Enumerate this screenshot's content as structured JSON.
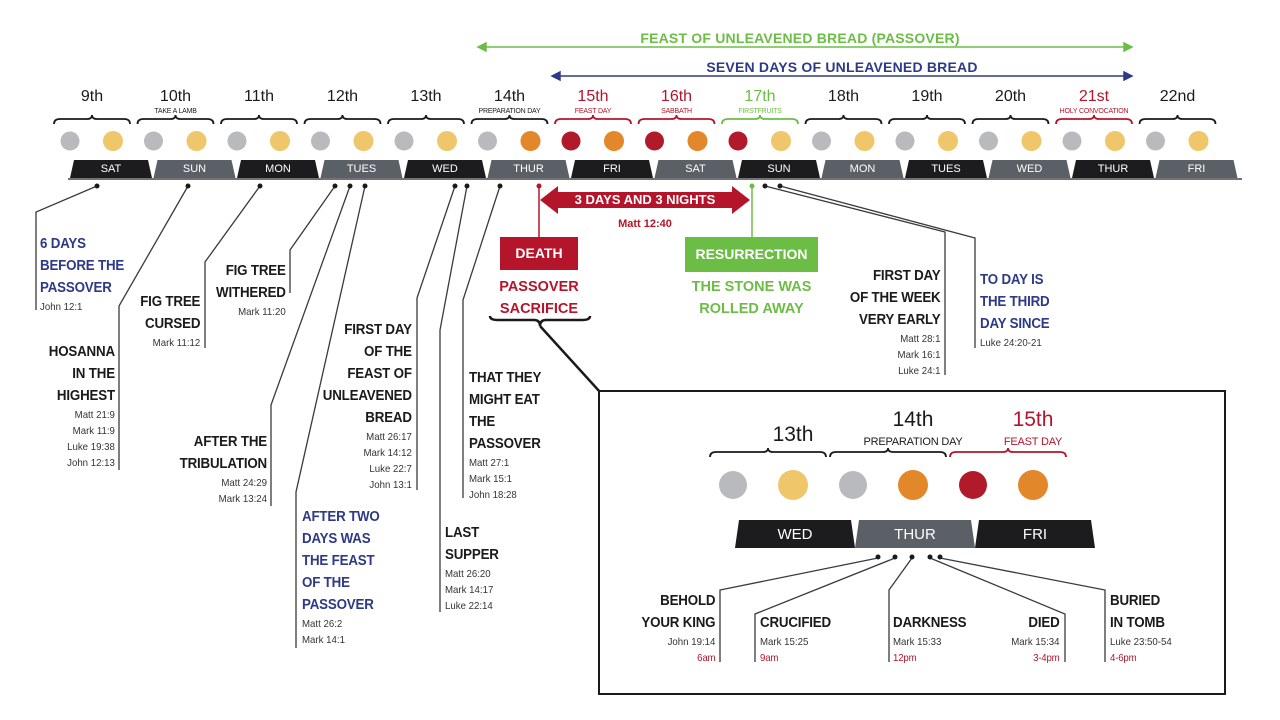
{
  "banners": {
    "feast": "FEAST OF UNLEAVENED BREAD (PASSOVER)",
    "seven_days": "SEVEN DAYS OF UNLEAVENED BREAD"
  },
  "colors": {
    "blue": "#2e3a87",
    "red": "#b5152b",
    "green": "#6cbd45",
    "bar_dark": "#1c1c1e",
    "bar_gray": "#5b5f66",
    "moon_gray": "#b9babd",
    "sun_gold": "#efc66a",
    "sun_orange": "#e2872a",
    "moon_red": "#b01a2a"
  },
  "days": [
    {
      "date": "9th",
      "sub": "",
      "tone": "black",
      "weekday": "SAT",
      "night": "gray",
      "day": "gold",
      "bar": "dark"
    },
    {
      "date": "10th",
      "sub": "TAKE A LAMB",
      "tone": "black",
      "weekday": "SUN",
      "night": "gray",
      "day": "gold",
      "bar": "gray"
    },
    {
      "date": "11th",
      "sub": "",
      "tone": "black",
      "weekday": "MON",
      "night": "gray",
      "day": "gold",
      "bar": "dark"
    },
    {
      "date": "12th",
      "sub": "",
      "tone": "black",
      "weekday": "TUES",
      "night": "gray",
      "day": "gold",
      "bar": "gray"
    },
    {
      "date": "13th",
      "sub": "",
      "tone": "black",
      "weekday": "WED",
      "night": "gray",
      "day": "gold",
      "bar": "dark"
    },
    {
      "date": "14th",
      "sub": "PREPARATION DAY",
      "tone": "black",
      "weekday": "THUR",
      "night": "gray",
      "day": "orange",
      "bar": "gray"
    },
    {
      "date": "15th",
      "sub": "FEAST DAY",
      "tone": "red",
      "weekday": "FRI",
      "night": "red",
      "day": "orange",
      "bar": "dark"
    },
    {
      "date": "16th",
      "sub": "SABBATH",
      "tone": "red",
      "weekday": "SAT",
      "night": "red",
      "day": "orange",
      "bar": "gray"
    },
    {
      "date": "17th",
      "sub": "FIRSTFRUITS",
      "tone": "green",
      "weekday": "SUN",
      "night": "red",
      "day": "gold",
      "bar": "dark"
    },
    {
      "date": "18th",
      "sub": "",
      "tone": "black",
      "weekday": "MON",
      "night": "gray",
      "day": "gold",
      "bar": "gray"
    },
    {
      "date": "19th",
      "sub": "",
      "tone": "black",
      "weekday": "TUES",
      "night": "gray",
      "day": "gold",
      "bar": "dark"
    },
    {
      "date": "20th",
      "sub": "",
      "tone": "black",
      "weekday": "WED",
      "night": "gray",
      "day": "gold",
      "bar": "gray"
    },
    {
      "date": "21st",
      "sub": "HOLY CONVOCATION",
      "tone": "red",
      "weekday": "THUR",
      "night": "gray",
      "day": "gold",
      "bar": "dark"
    },
    {
      "date": "22nd",
      "sub": "",
      "tone": "black",
      "weekday": "FRI",
      "night": "gray",
      "day": "gold",
      "bar": "gray"
    }
  ],
  "three_days": {
    "label": "3 DAYS AND 3 NIGHTS",
    "ref": "Matt 12:40"
  },
  "death": {
    "label": "DEATH",
    "lines": [
      "PASSOVER",
      "SACRIFICE"
    ]
  },
  "resurrection": {
    "label": "RESURRECTION",
    "lines": [
      "THE STONE WAS",
      "ROLLED AWAY"
    ]
  },
  "annotations": [
    {
      "name": "six-days-before-passover",
      "align": "l",
      "tone": "blue",
      "title": [
        "6 DAYS",
        "BEFORE THE",
        "PASSOVER"
      ],
      "refs": [
        "John 12:1"
      ]
    },
    {
      "name": "hosanna-in-the-highest",
      "align": "r",
      "tone": "",
      "title": [
        "HOSANNA",
        "IN THE",
        "HIGHEST"
      ],
      "refs": [
        "Matt 21:9",
        "Mark 11:9",
        "Luke 19:38",
        "John 12:13"
      ]
    },
    {
      "name": "fig-tree-cursed",
      "align": "r",
      "tone": "",
      "title": [
        "FIG TREE",
        "CURSED"
      ],
      "refs": [
        "Mark 11:12"
      ]
    },
    {
      "name": "fig-tree-withered",
      "align": "r",
      "tone": "",
      "title": [
        "FIG TREE",
        "WITHERED"
      ],
      "refs": [
        "Mark 11:20"
      ]
    },
    {
      "name": "after-the-tribulation",
      "align": "r",
      "tone": "",
      "title": [
        "AFTER THE",
        "TRIBULATION"
      ],
      "refs": [
        "Matt 24:29",
        "Mark 13:24"
      ]
    },
    {
      "name": "after-two-days",
      "align": "l",
      "tone": "blue",
      "title": [
        "AFTER TWO",
        "DAYS WAS",
        "THE FEAST",
        "OF THE",
        "PASSOVER"
      ],
      "refs": [
        "Matt 26:2",
        "Mark 14:1"
      ]
    },
    {
      "name": "first-day-of-feast",
      "align": "r",
      "tone": "",
      "title": [
        "FIRST DAY",
        "OF THE",
        "FEAST OF",
        "UNLEAVENED",
        "BREAD"
      ],
      "refs": [
        "Matt 26:17",
        "Mark 14:12",
        "Luke 22:7",
        "John 13:1"
      ]
    },
    {
      "name": "last-supper",
      "align": "l",
      "tone": "",
      "title": [
        "LAST",
        "SUPPER"
      ],
      "refs": [
        "Matt 26:20",
        "Mark 14:17",
        "Luke 22:14"
      ]
    },
    {
      "name": "that-they-might-eat",
      "align": "l",
      "tone": "",
      "title": [
        "THAT THEY",
        "MIGHT EAT",
        "THE",
        "PASSOVER"
      ],
      "refs": [
        "Matt 27:1",
        "Mark 15:1",
        "John 18:28"
      ]
    },
    {
      "name": "first-day-of-week",
      "align": "r",
      "tone": "",
      "title": [
        "FIRST DAY",
        "OF THE WEEK",
        "VERY EARLY"
      ],
      "refs": [
        "Matt 28:1",
        "Mark 16:1",
        "Luke 24:1"
      ]
    },
    {
      "name": "today-third-day",
      "align": "l",
      "tone": "blue",
      "title": [
        "TO DAY IS",
        "THE THIRD",
        "DAY SINCE"
      ],
      "refs": [
        "Luke 24:20-21"
      ]
    },
    {
      "name": "behold-your-king",
      "align": "r",
      "tone": "",
      "title": [
        "BEHOLD",
        "YOUR KING"
      ],
      "refs": [
        "John 19:14"
      ],
      "time": "6am"
    },
    {
      "name": "crucified",
      "align": "l",
      "tone": "",
      "title": [
        "CRUCIFIED"
      ],
      "refs": [
        "Mark 15:25"
      ],
      "time": "9am"
    },
    {
      "name": "darkness",
      "align": "l",
      "tone": "",
      "title": [
        "DARKNESS"
      ],
      "refs": [
        "Mark 15:33"
      ],
      "time": "12pm"
    },
    {
      "name": "died",
      "align": "r",
      "tone": "",
      "title": [
        "DIED"
      ],
      "refs": [
        "Mark 15:34"
      ],
      "time": "3-4pm"
    },
    {
      "name": "buried-in-tomb",
      "align": "l",
      "tone": "",
      "title": [
        "BURIED",
        "IN TOMB"
      ],
      "refs": [
        "Luke 23:50-54"
      ],
      "time": "4-6pm"
    }
  ],
  "inset": {
    "days": [
      {
        "date": "13th",
        "sub": "",
        "tone": "black",
        "weekday": "WED",
        "night": "gray",
        "day": "gold",
        "bar": "dark"
      },
      {
        "date": "14th",
        "sub": "PREPARATION DAY",
        "tone": "black",
        "weekday": "THUR",
        "night": "gray",
        "day": "orange",
        "bar": "gray"
      },
      {
        "date": "15th",
        "sub": "FEAST DAY",
        "tone": "red",
        "weekday": "FRI",
        "night": "red",
        "day": "orange",
        "bar": "dark"
      }
    ]
  }
}
